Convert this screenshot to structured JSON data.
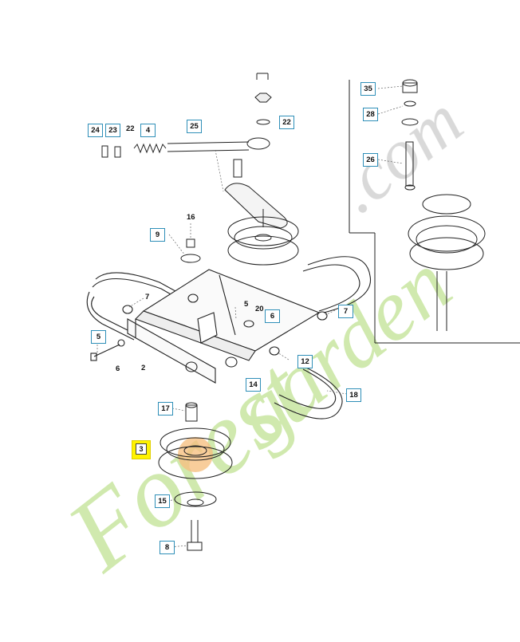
{
  "diagram": {
    "boxed_labels": [
      {
        "id": "c35",
        "text": "35"
      },
      {
        "id": "c28",
        "text": "28"
      },
      {
        "id": "c26",
        "text": "26"
      },
      {
        "id": "c22",
        "text": "22"
      },
      {
        "id": "c24",
        "text": "24"
      },
      {
        "id": "c23",
        "text": "23"
      },
      {
        "id": "c4",
        "text": "4"
      },
      {
        "id": "c25",
        "text": "25"
      },
      {
        "id": "c9",
        "text": "9"
      },
      {
        "id": "c5",
        "text": "5"
      },
      {
        "id": "c6",
        "text": "6"
      },
      {
        "id": "c7",
        "text": "7"
      },
      {
        "id": "c12",
        "text": "12"
      },
      {
        "id": "c14",
        "text": "14"
      },
      {
        "id": "c18",
        "text": "18"
      },
      {
        "id": "c17",
        "text": "17"
      },
      {
        "id": "c15",
        "text": "15"
      },
      {
        "id": "c8",
        "text": "8"
      }
    ],
    "highlight_label": "3",
    "plain_labels": [
      {
        "id": "p22",
        "text": "22"
      },
      {
        "id": "p16",
        "text": "16"
      },
      {
        "id": "p7",
        "text": "7"
      },
      {
        "id": "p5",
        "text": "5"
      },
      {
        "id": "p20",
        "text": "20"
      },
      {
        "id": "p6",
        "text": "6"
      },
      {
        "id": "p2",
        "text": "2"
      }
    ],
    "colors": {
      "callout_border": "#2f8fb8",
      "highlight": "#fff200",
      "watermark_green": "#c8e6a0",
      "watermark_orange": "#f4b46a",
      "watermark_gray": "#d2d2d2"
    }
  },
  "watermark": "Forestgarden.com"
}
